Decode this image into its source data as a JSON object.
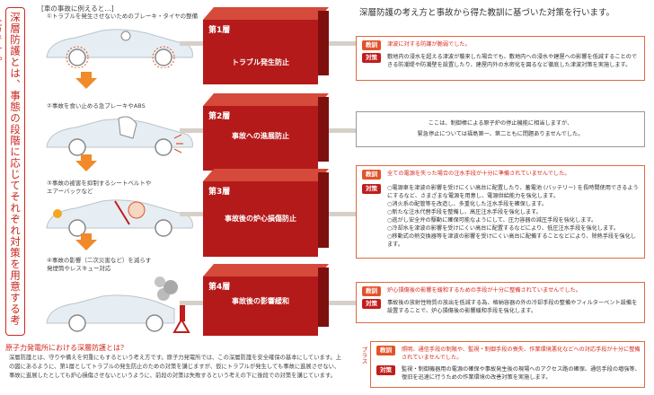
{
  "vertical_title": "深層防護とは、事態の段階に応じてそれぞれ対策を用意する考え方です。",
  "examples_header": "[車の事故に例えると…]",
  "car_steps": [
    {
      "label": "①トラブルを発生させないためのブレーキ・タイヤの整備"
    },
    {
      "label": "②事故を食い止める急ブレーキやABS"
    },
    {
      "label": "③事故の被害を抑制するシートベルトや\nエアーバックなど"
    },
    {
      "label": "④事故の影響（二次災害など）を減らす\n発煙筒やレスキュー対応"
    }
  ],
  "layers": [
    {
      "no": "第1層",
      "name": "トラブル発生防止"
    },
    {
      "no": "第2層",
      "name": "事故への進展防止"
    },
    {
      "no": "第3層",
      "name": "事故後の炉心損傷防止"
    },
    {
      "no": "第4層",
      "name": "事故後の影響緩和"
    }
  ],
  "right_title": "深層防護の考え方と事故から得た教訓に基づいた対策を行います。",
  "tags": {
    "lesson": "教訓",
    "measure": "対策"
  },
  "box1": {
    "lesson": "津波に対する防護が脆弱でした。",
    "measure": "敷地内の浸水を超える津波が襲来した場合でも、敷地内への浸水や建屋への影響を低減することのできる防潮堤や防潮壁を設置したり、建屋内外の水密化を図るなど徹底した津波対策を実施します。"
  },
  "box2": {
    "text1": "ここは、制御棒による原子炉の停止機能に相当しますが、",
    "text2": "緊急停止については福島第一、第二ともに問題ありませんでした。"
  },
  "box3": {
    "lesson": "全ての電源を失った場合の注水手段が十分に準備されていませんでした。",
    "measures": [
      "○電源車を津波の影響を受けにくい高台に配置したり、蓄電池 (バッテリー) を長時間使用できるようにするなど、さまざまな電源を用意し、電源供給能力を強化します。",
      "○消火系の配管等を改造し、多重化した注水手段を確保します。",
      "○新たな注水代替手段を整備し、高圧注水手段を強化します。",
      "○逃がし安全弁の駆動に確保可能なようにして、圧力容器の減圧手段を強化します。",
      "○冷却水を津波の影響を受けにくい高台に配置するなどにより、低圧注水手段を強化します。",
      "○移動式の熱交換器等を津波の影響を受けにくい高台に配備することなどにより、除熱手段を強化します。"
    ]
  },
  "box4": {
    "lesson": "炉心損傷後の影響を緩和するための手段が十分に整備されていませんでした。",
    "measure": "事故後の放射性物質の放出を低減する為、格納容器の外の冷却手段の整備やフィルターベント設備を設置することで、炉心損傷後の影響緩和手段を強化します。"
  },
  "box5": {
    "plus_label": "プラス",
    "lesson": "照明、通信手段の制限や、監視・制御手段の喪失、作業環境悪化などへの対応手段が十分に整備されていませんでした。",
    "measure": "監視・制御機器用の電源の確保や事故発生後の現場へのアクセス路の確保、通信手段の増強等、復旧を迅速に行うための作業環境の改善対策を実施します。"
  },
  "bottom_title": "原子力発電所における深層防護とは？",
  "bottom_text": "深層防護とは、守りや備えを何重にもするという考え方です。原子力発電所では、この深層防護を安全確保の基本にしています。上の図にあるように、第1層としてトラブルの発生防止のための対策を講じますが、仮にトラブルが発生しても事故に進展させない、事故に進展したとしても炉心損傷させないというように、前段の対策は失敗するという考えの下に後段での対策を講じています。"
}
